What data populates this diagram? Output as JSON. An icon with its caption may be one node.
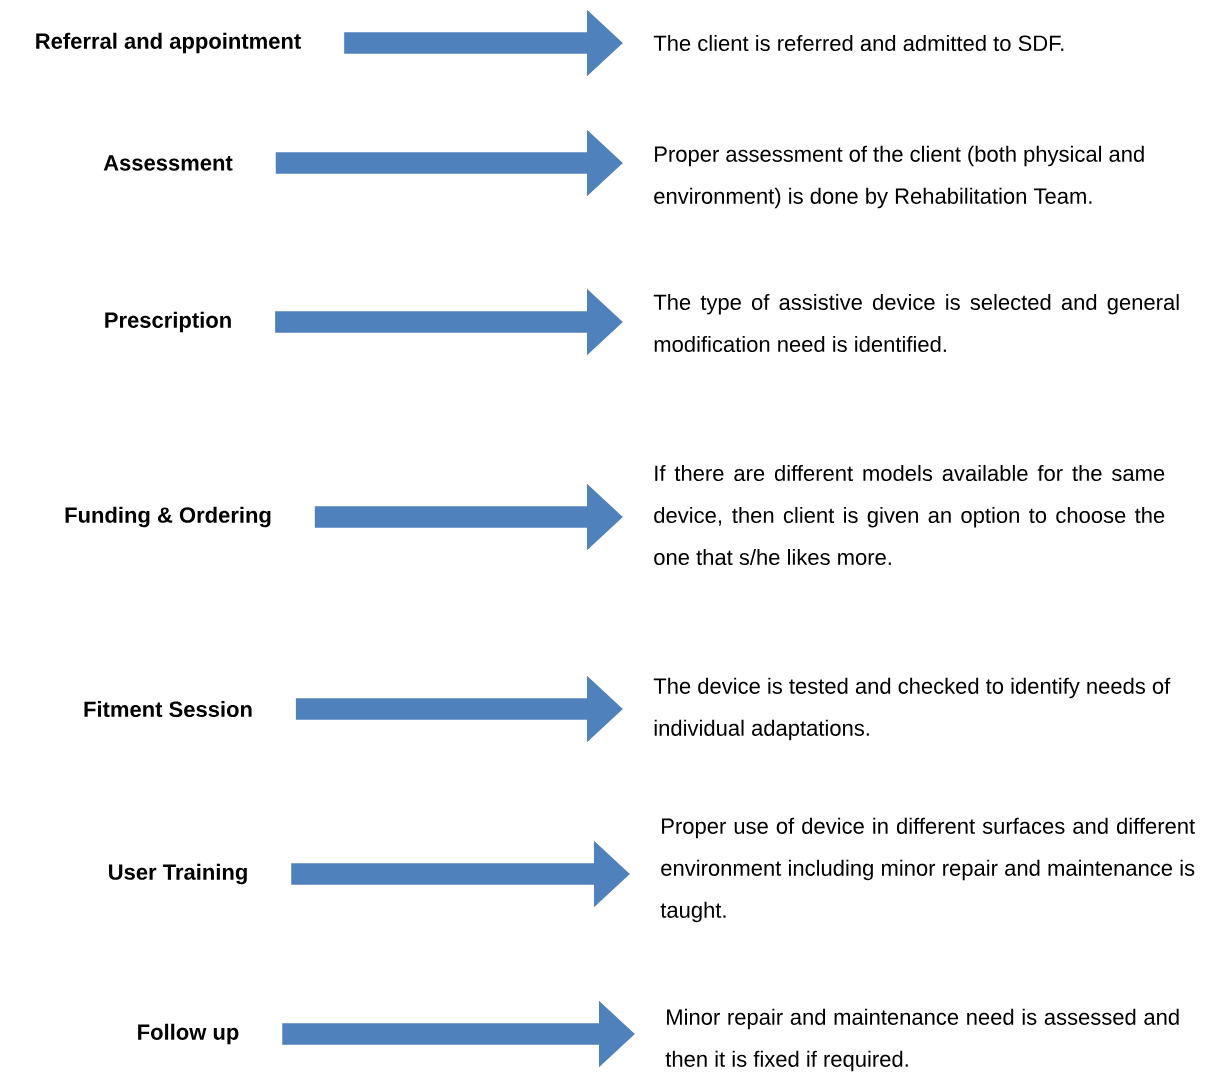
{
  "diagram": {
    "nodes": [
      {
        "text": [
          "Referral and appointment"
        ]
      },
      {
        "text": [
          "Assessment"
        ]
      },
      {
        "text": [
          "Prescription"
        ]
      },
      {
        "text": [
          "Funding & Ordering"
        ]
      },
      {
        "text": [
          "Fitment Session"
        ]
      },
      {
        "text": [
          "User Training"
        ]
      },
      {
        "text": [
          "Follow up"
        ]
      },
      {
        "text": [
          "The client is referred and admitted to SDF."
        ]
      },
      {
        "text": [
          "Proper assessment of the client (both physical and environment) is done by Rehabilitation Team."
        ]
      },
      {
        "text": [
          "The type of assistive device is selected and general modification need is identified."
        ]
      },
      {
        "text": [
          "If there are different models available for the same device, then client is given an option to choose the one that s/he likes more."
        ]
      },
      {
        "text": [
          "The device is tested and checked to identify needs of individual adaptations."
        ]
      },
      {
        "text": [
          "Proper use of device in different surfaces and different environment including minor repair and maintenance is taught."
        ]
      },
      {
        "text": [
          "Minor repair and maintenance need is assessed and then it is fixed if required."
        ]
      }
    ],
    "edges": [
      {
        "from": 0,
        "to": 7,
        "arrow": "to"
      },
      {
        "from": 1,
        "to": 8,
        "arrow": "to"
      },
      {
        "from": 2,
        "to": 9,
        "arrow": "to"
      },
      {
        "from": 3,
        "to": 10,
        "arrow": "to"
      },
      {
        "from": 4,
        "to": 11,
        "arrow": "to"
      },
      {
        "from": 5,
        "to": 12,
        "arrow": "to"
      },
      {
        "from": 6,
        "to": 13,
        "arrow": "to"
      }
    ]
  }
}
